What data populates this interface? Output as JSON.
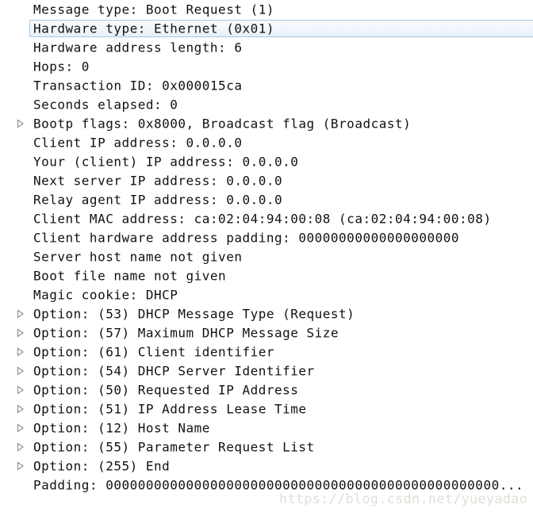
{
  "tree": {
    "rows": [
      {
        "text": "Message type: Boot Request (1)",
        "expander": false,
        "selected": false
      },
      {
        "text": "Hardware type: Ethernet (0x01)",
        "expander": false,
        "selected": true
      },
      {
        "text": "Hardware address length: 6",
        "expander": false,
        "selected": false
      },
      {
        "text": "Hops: 0",
        "expander": false,
        "selected": false
      },
      {
        "text": "Transaction ID: 0x000015ca",
        "expander": false,
        "selected": false
      },
      {
        "text": "Seconds elapsed: 0",
        "expander": false,
        "selected": false
      },
      {
        "text": "Bootp flags: 0x8000, Broadcast flag (Broadcast)",
        "expander": true,
        "selected": false
      },
      {
        "text": "Client IP address: 0.0.0.0",
        "expander": false,
        "selected": false
      },
      {
        "text": "Your (client) IP address: 0.0.0.0",
        "expander": false,
        "selected": false
      },
      {
        "text": "Next server IP address: 0.0.0.0",
        "expander": false,
        "selected": false
      },
      {
        "text": "Relay agent IP address: 0.0.0.0",
        "expander": false,
        "selected": false
      },
      {
        "text": "Client MAC address: ca:02:04:94:00:08 (ca:02:04:94:00:08)",
        "expander": false,
        "selected": false
      },
      {
        "text": "Client hardware address padding: 00000000000000000000",
        "expander": false,
        "selected": false
      },
      {
        "text": "Server host name not given",
        "expander": false,
        "selected": false
      },
      {
        "text": "Boot file name not given",
        "expander": false,
        "selected": false
      },
      {
        "text": "Magic cookie: DHCP",
        "expander": false,
        "selected": false
      },
      {
        "text": "Option: (53) DHCP Message Type (Request)",
        "expander": true,
        "selected": false
      },
      {
        "text": "Option: (57) Maximum DHCP Message Size",
        "expander": true,
        "selected": false
      },
      {
        "text": "Option: (61) Client identifier",
        "expander": true,
        "selected": false
      },
      {
        "text": "Option: (54) DHCP Server Identifier",
        "expander": true,
        "selected": false
      },
      {
        "text": "Option: (50) Requested IP Address",
        "expander": true,
        "selected": false
      },
      {
        "text": "Option: (51) IP Address Lease Time",
        "expander": true,
        "selected": false
      },
      {
        "text": "Option: (12) Host Name",
        "expander": true,
        "selected": false
      },
      {
        "text": "Option: (55) Parameter Request List",
        "expander": true,
        "selected": false
      },
      {
        "text": "Option: (255) End",
        "expander": true,
        "selected": false
      },
      {
        "text": "Padding: 0000000000000000000000000000000000000000000000000...",
        "expander": false,
        "selected": false
      }
    ]
  },
  "watermark": {
    "text": "https://blog.csdn.net/yueyadao"
  },
  "colors": {
    "background": "#ffffff",
    "text": "#111111",
    "selection_border": "#a9c7e6",
    "selection_fill_top": "#fbfdfe",
    "selection_fill_bottom": "#e6f0fa",
    "expander_outline": "#8c8c8c",
    "expander_fill": "#ffffff",
    "watermark": "#e0e0da"
  }
}
